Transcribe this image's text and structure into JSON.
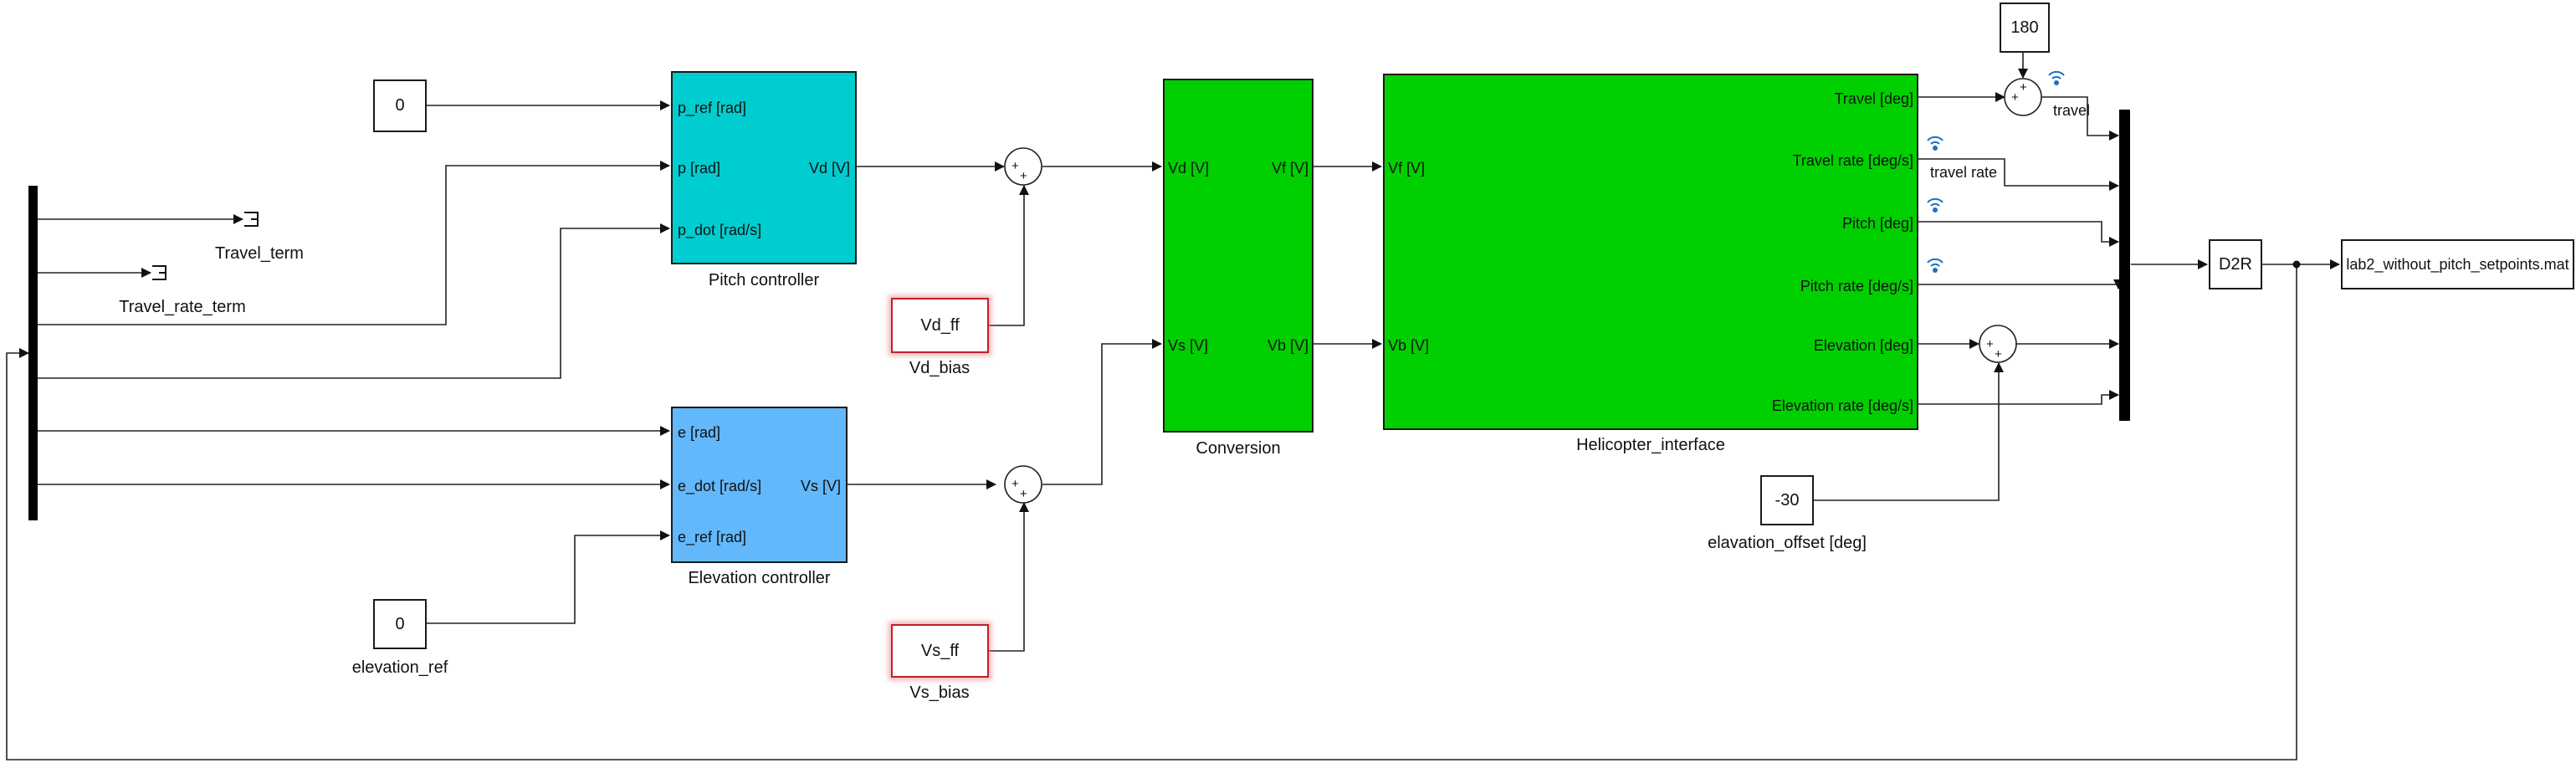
{
  "blocks": {
    "pitch_controller": {
      "name": "Pitch controller",
      "inputs": [
        "p_ref [rad]",
        "p [rad]",
        "p_dot [rad/s]"
      ],
      "output": "Vd [V]"
    },
    "elevation_controller": {
      "name": "Elevation controller",
      "inputs": [
        "e [rad]",
        "e_dot [rad/s]",
        "e_ref [rad]"
      ],
      "output": "Vs [V]"
    },
    "conversion": {
      "name": "Conversion",
      "inputs": [
        "Vd [V]",
        "Vs [V]"
      ],
      "outputs": [
        "Vf [V]",
        "Vb [V]"
      ]
    },
    "helicopter_interface": {
      "name": "Helicopter_interface",
      "inputs": [
        "Vf [V]",
        "Vb [V]"
      ],
      "outputs": [
        "Travel [deg]",
        "Travel rate [deg/s]",
        "Pitch [deg]",
        "Pitch rate [deg/s]",
        "Elevation [deg]",
        "Elevation rate [deg/s]"
      ]
    },
    "const_pref": {
      "value": "0"
    },
    "const_eref": {
      "value": "0",
      "name": "elevation_ref"
    },
    "vd_bias": {
      "value": "Vd_ff",
      "name": "Vd_bias"
    },
    "vs_bias": {
      "value": "Vs_ff",
      "name": "Vs_bias"
    },
    "const_180": {
      "value": "180"
    },
    "elevation_offset": {
      "value": "-30",
      "name": "elavation_offset [deg]"
    },
    "d2r": {
      "value": "D2R"
    },
    "to_file": {
      "value": "lab2_without_pitch_setpoints.mat"
    },
    "travel_term": {
      "name": "Travel_term"
    },
    "travel_rate_term": {
      "name": "Travel_rate_term"
    }
  },
  "signals": {
    "travel": "travel",
    "travel_rate": "travel rate"
  },
  "colors": {
    "pitch_controller": "#00cdd0",
    "elevation_controller": "#62b8fb",
    "subsystem_green": "#00d000",
    "bias_border": "#c0202a",
    "logging_icon": "#1f6fc4"
  }
}
